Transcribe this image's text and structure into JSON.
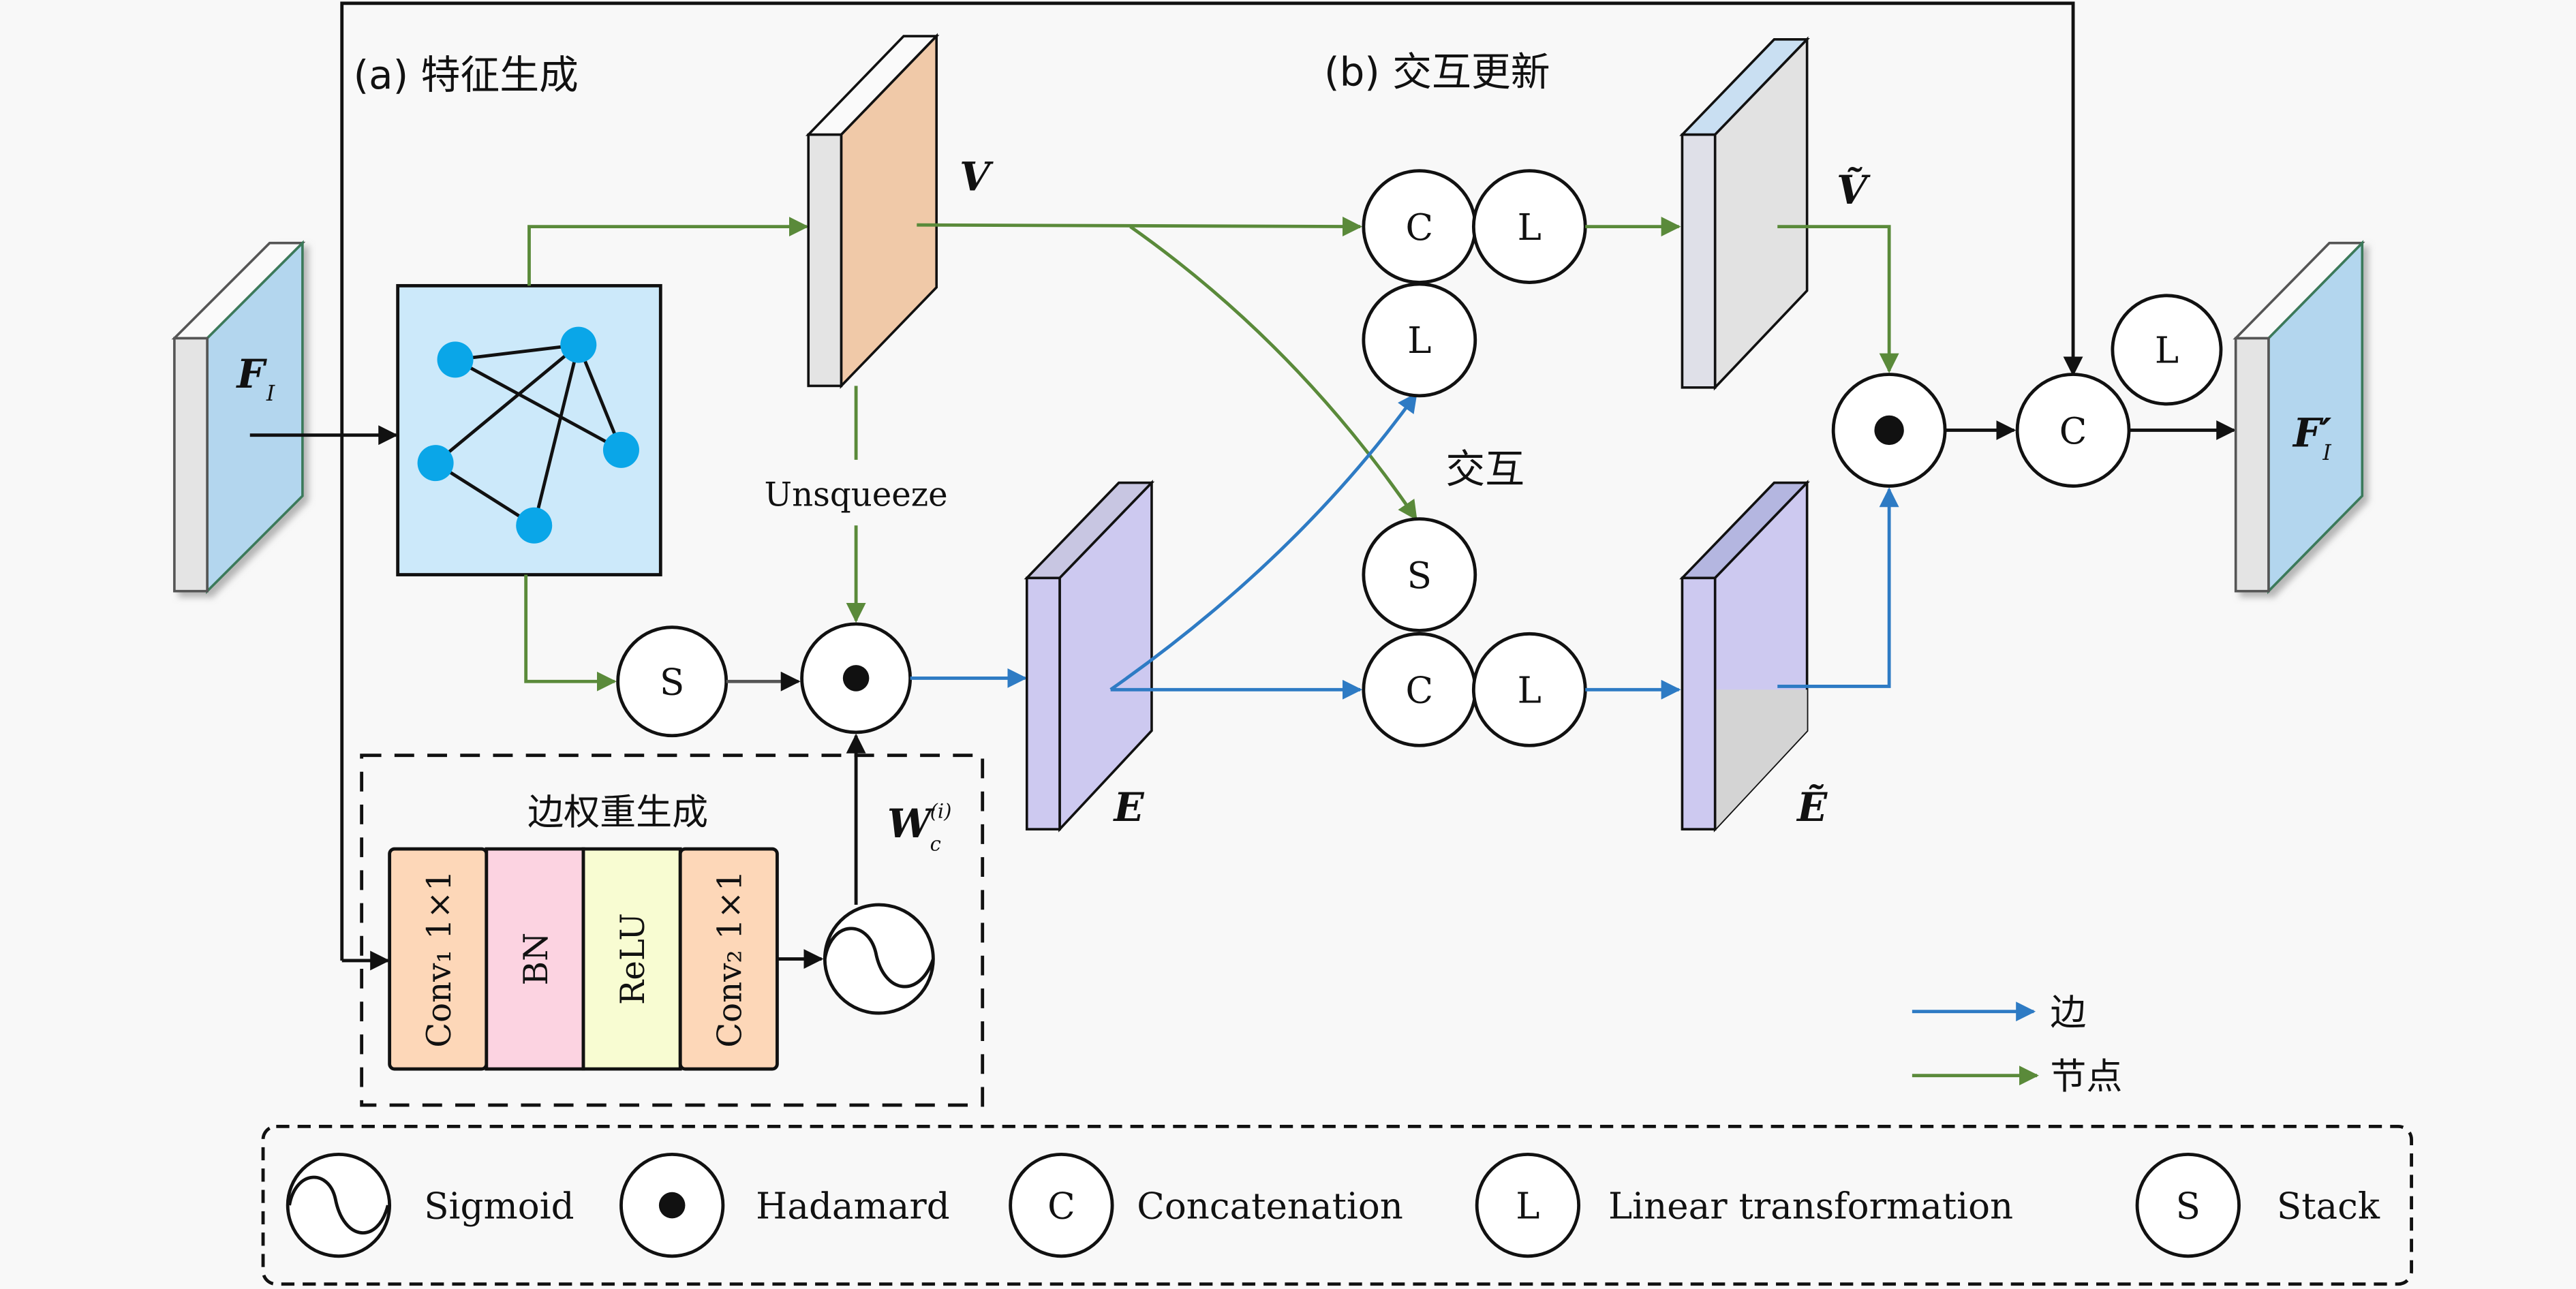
{
  "colors": {
    "background": "#f8f8f8",
    "node_arrow": "#5a8a3a",
    "edge_arrow": "#2e7bc4",
    "black_arrow": "#111111",
    "input_face": "#b3d6ee",
    "v_face": "#f0c9a8",
    "e_face": "#cdc9f0",
    "graph_box": "#cce9fa",
    "graph_node": "#0aa6e8",
    "conv": "#fdd7b8",
    "bn": "#fcd3e1",
    "relu": "#f8fcd2"
  },
  "sections": {
    "feature_generation": "(a) 特征生成",
    "interactive_update": "(b) 交互更新",
    "interaction": "交互",
    "edge_weight_generation": "边权重生成",
    "unsqueeze": "Unsqueeze"
  },
  "tensors": {
    "input": "F",
    "input_sub": "I",
    "v": "V",
    "e": "E",
    "v_tilde": "Ṽ",
    "e_tilde": "Ẽ",
    "output": "F′",
    "output_sub": "I",
    "weight": "W",
    "weight_sub": "c",
    "weight_sup": "(i)"
  },
  "ops": {
    "concat": "C",
    "linear": "L",
    "stack": "S"
  },
  "layers": [
    {
      "label": "Conv₁ 1×1"
    },
    {
      "label": "BN"
    },
    {
      "label": "ReLU"
    },
    {
      "label": "Conv₂ 1×1"
    }
  ],
  "arrow_legend": [
    {
      "label": "边",
      "kind": "edge"
    },
    {
      "label": "节点",
      "kind": "node"
    }
  ],
  "symbol_legend": [
    {
      "symbol": "sigmoid",
      "label": "Sigmoid"
    },
    {
      "symbol": "hadamard",
      "label": "Hadamard"
    },
    {
      "symbol": "C",
      "label": "Concatenation"
    },
    {
      "symbol": "L",
      "label": "Linear transformation"
    },
    {
      "symbol": "S",
      "label": "Stack"
    }
  ]
}
